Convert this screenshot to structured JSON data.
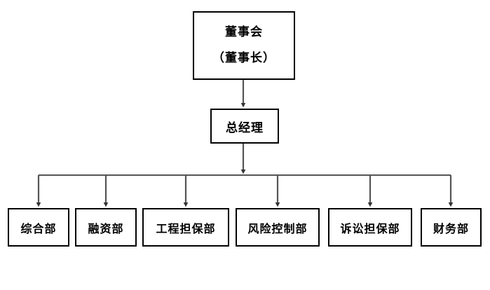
{
  "chart": {
    "type": "org-chart",
    "title_text": "",
    "background_color": "#ffffff",
    "box_border_color": "#000000",
    "connector_color": "#555555",
    "text_color": "#000000"
  },
  "root": {
    "line1": "董事会",
    "line2": "（董事长）"
  },
  "manager": {
    "label": "总经理"
  },
  "departments": [
    {
      "label": "综合部"
    },
    {
      "label": "融资部"
    },
    {
      "label": "工程担保部"
    },
    {
      "label": "风险控制部"
    },
    {
      "label": "诉讼担保部"
    },
    {
      "label": "财务部"
    }
  ]
}
